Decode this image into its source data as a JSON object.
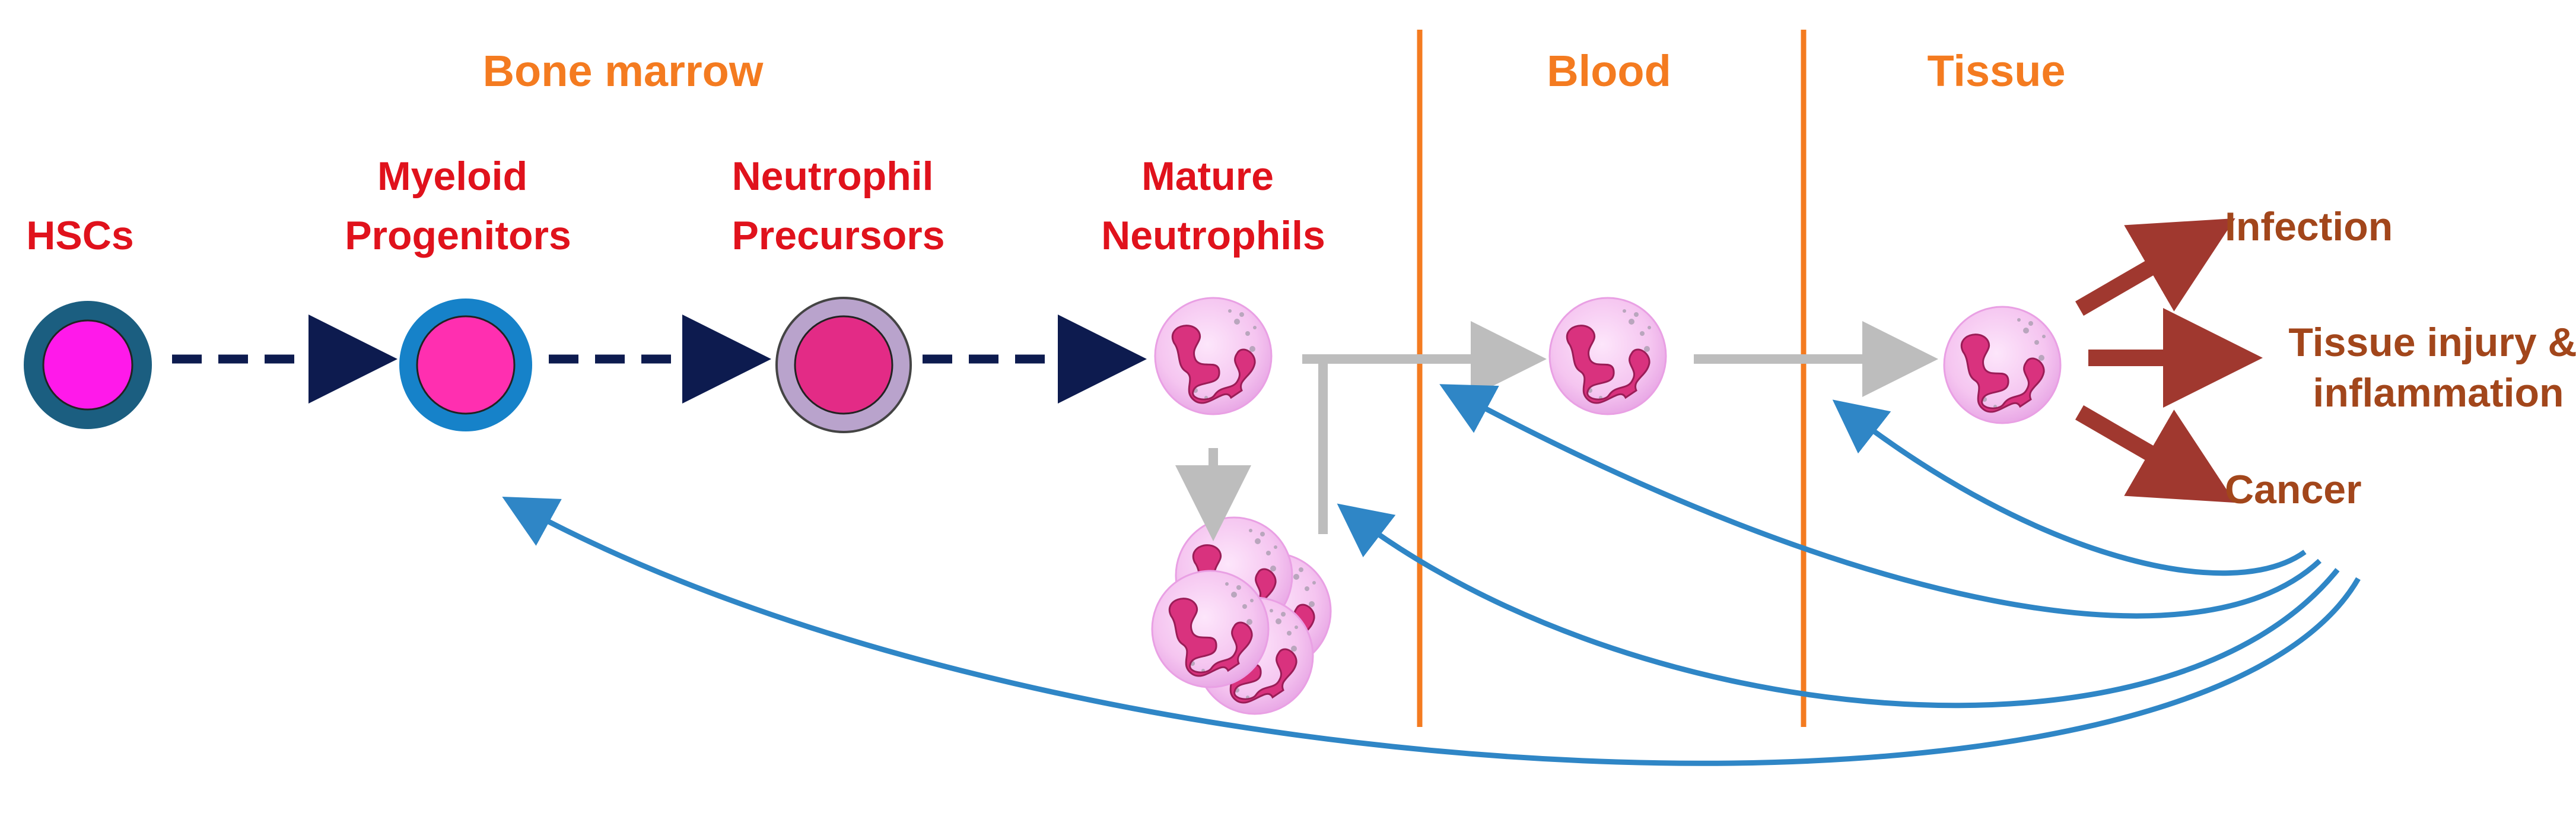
{
  "regions": {
    "bone_marrow": "Bone marrow",
    "blood": "Blood",
    "tissue": "Tissue"
  },
  "stages": {
    "hscs": [
      "HSCs"
    ],
    "myeloid_progenitors": [
      "Myeloid",
      "Progenitors"
    ],
    "neutrophil_precursors": [
      "Neutrophil",
      "Precursors"
    ],
    "mature_neutrophils": [
      "Mature",
      "Neutrophils"
    ]
  },
  "outcomes": {
    "infection": [
      "Infection"
    ],
    "tissue_injury": [
      "Tissue injury &",
      "inflammation"
    ],
    "cancer": [
      "Cancer"
    ]
  },
  "colors": {
    "region_text": "#f47b20",
    "stage_text": "#e0121c",
    "outcome_text": "#a2461b",
    "divider": "#f47b20",
    "dashed_arrow": "#0d1b4f",
    "gray_arrow": "#bdbdbd",
    "feedback_arrow": "#2f86c6",
    "outcome_arrow": "#a0382f"
  }
}
